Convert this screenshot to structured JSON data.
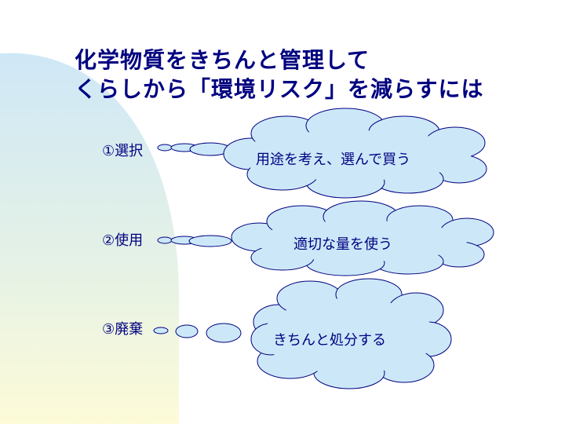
{
  "title": {
    "line1": "化学物質をきちんと管理して",
    "line2": "くらしから「環境リスク」を減らすには"
  },
  "steps": [
    {
      "label": "①選択",
      "action": "用途を考え、選んで買う"
    },
    {
      "label": "②使用",
      "action": "適切な量を使う"
    },
    {
      "label": "③廃棄",
      "action": "きちんと処分する"
    }
  ],
  "colors": {
    "text": "#000080",
    "cloud_fill": "#cce8f8",
    "cloud_stroke": "#000080",
    "gradient_top": "#cfe8f7",
    "gradient_bottom": "#fdfbd8"
  }
}
